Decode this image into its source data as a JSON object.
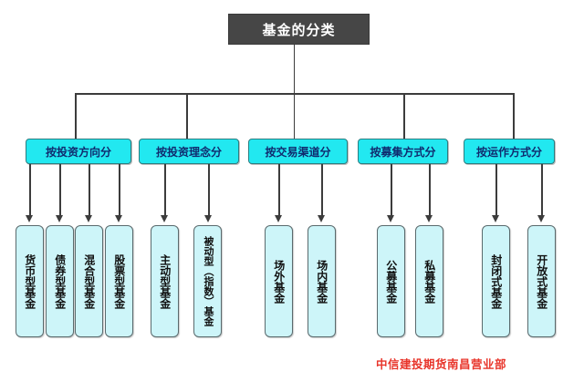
{
  "diagram": {
    "root": {
      "label": "基金的分类"
    },
    "colors": {
      "root_bg": "#464646",
      "root_text": "#ffffff",
      "category_bg": "#22e8f0",
      "category_text": "#102a6e",
      "leaf_bg": "#cdf5f9",
      "leaf_text": "#101010",
      "connector": "#3c3c3c",
      "footer_text": "#e8352b"
    },
    "categories": [
      {
        "label": "按投资方向分",
        "leaves": [
          {
            "label": "货币型基金"
          },
          {
            "label": "债券型基金"
          },
          {
            "label": "混合型基金"
          },
          {
            "label": "股票型基金"
          }
        ]
      },
      {
        "label": "按投资理念分",
        "leaves": [
          {
            "label": "主动型基金"
          },
          {
            "label": "被动型（指数）基金"
          }
        ]
      },
      {
        "label": "按交易渠道分",
        "leaves": [
          {
            "label": "场外基金"
          },
          {
            "label": "场内基金"
          }
        ]
      },
      {
        "label": "按募集方式分",
        "leaves": [
          {
            "label": "公募基金"
          },
          {
            "label": "私募基金"
          }
        ]
      },
      {
        "label": "按运作方式分",
        "leaves": [
          {
            "label": "封闭式基金"
          },
          {
            "label": "开放式基金"
          }
        ]
      }
    ]
  },
  "footer": {
    "note": "中信建投期货南昌营业部"
  }
}
